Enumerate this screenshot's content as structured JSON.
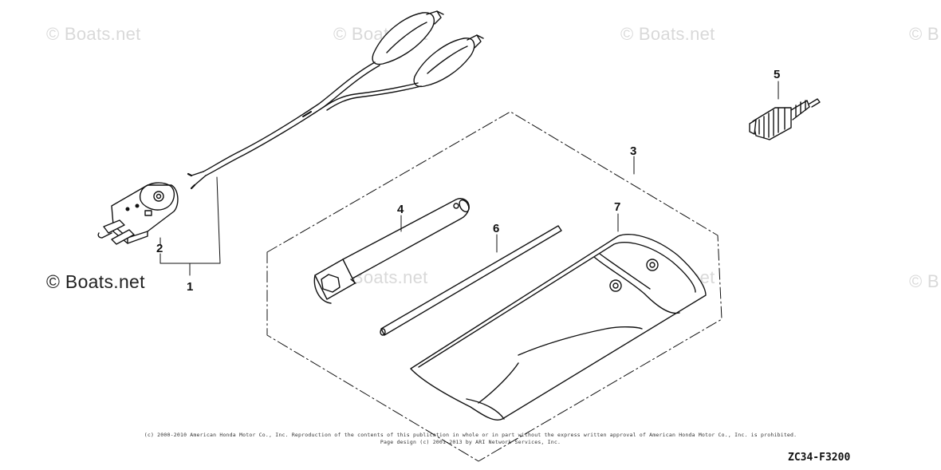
{
  "watermarks": [
    "© Boats.net",
    "© Boats.net",
    "© Boats.net",
    "© B",
    "© Boats.net",
    "© Boats.net",
    "© Boats.net",
    "© B"
  ],
  "callouts": {
    "part_1": "1",
    "part_2": "2",
    "part_3": "3",
    "part_4": "4",
    "part_5": "5",
    "part_6": "6",
    "part_7": "7"
  },
  "copyright_line_1": "(c) 2000-2010 American Honda Motor Co., Inc. Reproduction of the contents of this publication in whole or in part without the express written approval of American Honda Motor Co., Inc. is prohibited.",
  "copyright_line_2": "Page design (c) 2001-2013 by ARI Network Services, Inc.",
  "drawing_code": "ZC34-F3200",
  "parts": [
    {
      "ref": "1",
      "depicts": "charging cord with clips"
    },
    {
      "ref": "2",
      "depicts": "plug"
    },
    {
      "ref": "3",
      "depicts": "tool set"
    },
    {
      "ref": "4",
      "depicts": "spark plug wrench"
    },
    {
      "ref": "5",
      "depicts": "spark plug"
    },
    {
      "ref": "6",
      "depicts": "wrench handle bar"
    },
    {
      "ref": "7",
      "depicts": "tool bag"
    }
  ]
}
